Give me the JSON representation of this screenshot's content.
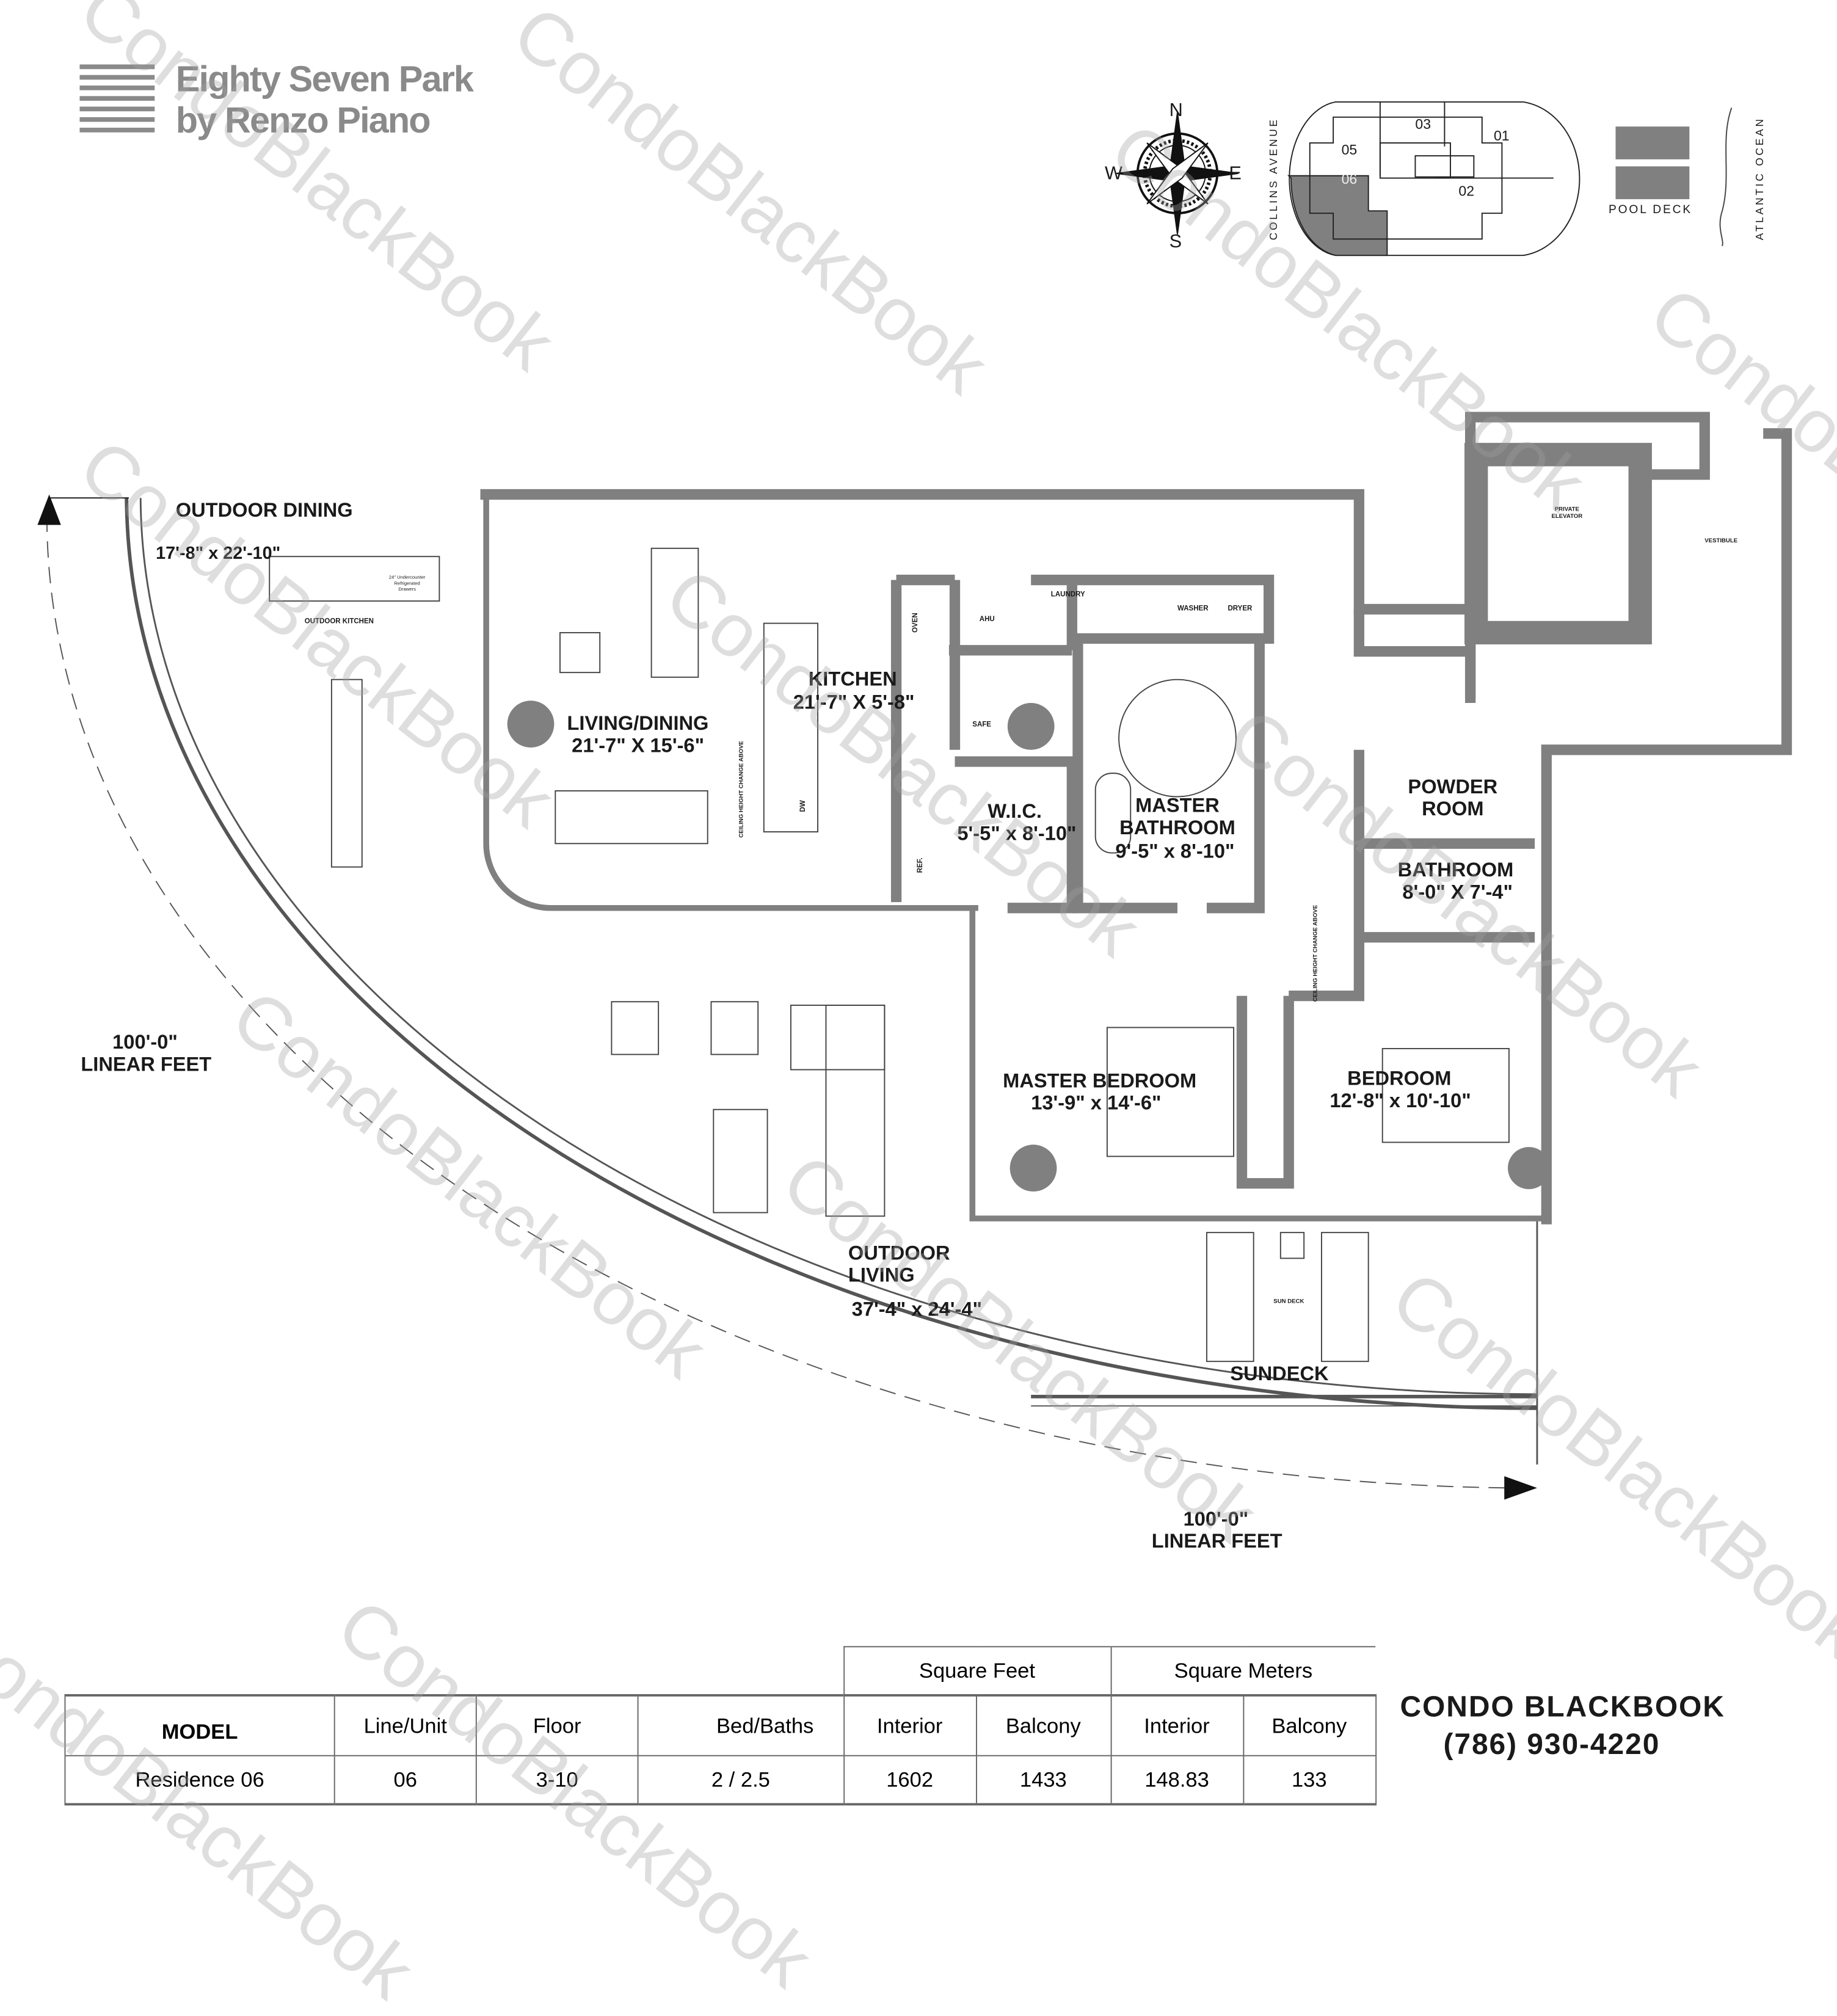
{
  "logo": {
    "line1": "Eighty Seven Park",
    "line2": "by Renzo Piano"
  },
  "keyplan": {
    "compass": {
      "n": "N",
      "s": "S",
      "e": "E",
      "w": "W"
    },
    "street": "COLLINS AVENUE",
    "ocean": "ATLANTIC OCEAN",
    "pool": "POOL DECK",
    "units": [
      "01",
      "02",
      "03",
      "05",
      "06"
    ],
    "highlight_unit": "06",
    "highlight_color": "#808080"
  },
  "rooms": {
    "outdoor_dining": {
      "name": "OUTDOOR DINING",
      "size": "17'-8\" x 22'-10\""
    },
    "outdoor_kitchen": "OUTDOOR KITCHEN",
    "fridge_note": "24\" Undercounter Refrigerated Drawers",
    "living": {
      "name": "LIVING/DINING",
      "size": "21'-7\" X 15'-6\""
    },
    "kitchen": {
      "name": "KITCHEN",
      "size": "21'-7\" X 5'-8\""
    },
    "ceiling_note": "CEILING HEIGHT CHANGE ABOVE",
    "oven": "OVEN",
    "dw": "DW",
    "ref": "REF.",
    "ahu": "AHU",
    "safe": "SAFE",
    "laundry": "LAUNDRY",
    "washer": "WASHER",
    "dryer": "DRYER",
    "wic": {
      "name": "W.I.C.",
      "size": "5'-5\" x 8'-10\""
    },
    "master_bath": {
      "name": "MASTER BATHROOM",
      "size": "9'-5\"  x 8'-10\""
    },
    "powder": "POWDER ROOM",
    "bathroom": {
      "name": "BATHROOM",
      "size": "8'-0\" X 7'-4\""
    },
    "master_bed": {
      "name": "MASTER BEDROOM",
      "size": "13'-9\"  x 14'-6\""
    },
    "bedroom": {
      "name": "BEDROOM",
      "size": "12'-8\" x 10'-10\""
    },
    "outdoor_living": {
      "name": "OUTDOOR LIVING",
      "size": "37'-4\" x 24'-4\""
    },
    "sundeck": "SUNDECK",
    "sun_deck_small": "SUN DECK",
    "elevator": "PRIVATE ELEVATOR",
    "vestibule": "VESTIBULE"
  },
  "dimensions": {
    "left": {
      "value": "100'-0\"",
      "unit": "LINEAR FEET"
    },
    "bottom": {
      "value": "100'-0\"",
      "unit": "LINEAR FEET"
    }
  },
  "table": {
    "group_headers": [
      "Square Feet",
      "Square Meters"
    ],
    "headers": [
      "MODEL",
      "Line/Unit",
      "Floor",
      "Bed/Baths",
      "Interior",
      "Balcony",
      "Interior",
      "Balcony"
    ],
    "row": [
      "Residence 06",
      "06",
      "3-10",
      "2 / 2.5",
      "1602",
      "1433",
      "148.83",
      "133"
    ]
  },
  "brand": {
    "name_light": "CONDO ",
    "name_bold": "BLACKBOOK",
    "phone": "(786) 930-4220"
  },
  "watermark": "CondoBlackBook",
  "colors": {
    "wall": "#808080",
    "text": "#1a1a1a"
  }
}
